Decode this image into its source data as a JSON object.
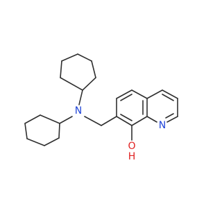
{
  "molecule": {
    "atoms": {
      "amine_nitrogen": "N",
      "ring_nitrogen": "N",
      "hydroxyl_oxygen": "O",
      "hydroxyl_hydrogen": "H"
    },
    "colors": {
      "bond": "#2f2f2f",
      "nitrogen": "#1f43d8",
      "oxygen": "#e02020",
      "background": "#ffffff"
    }
  }
}
